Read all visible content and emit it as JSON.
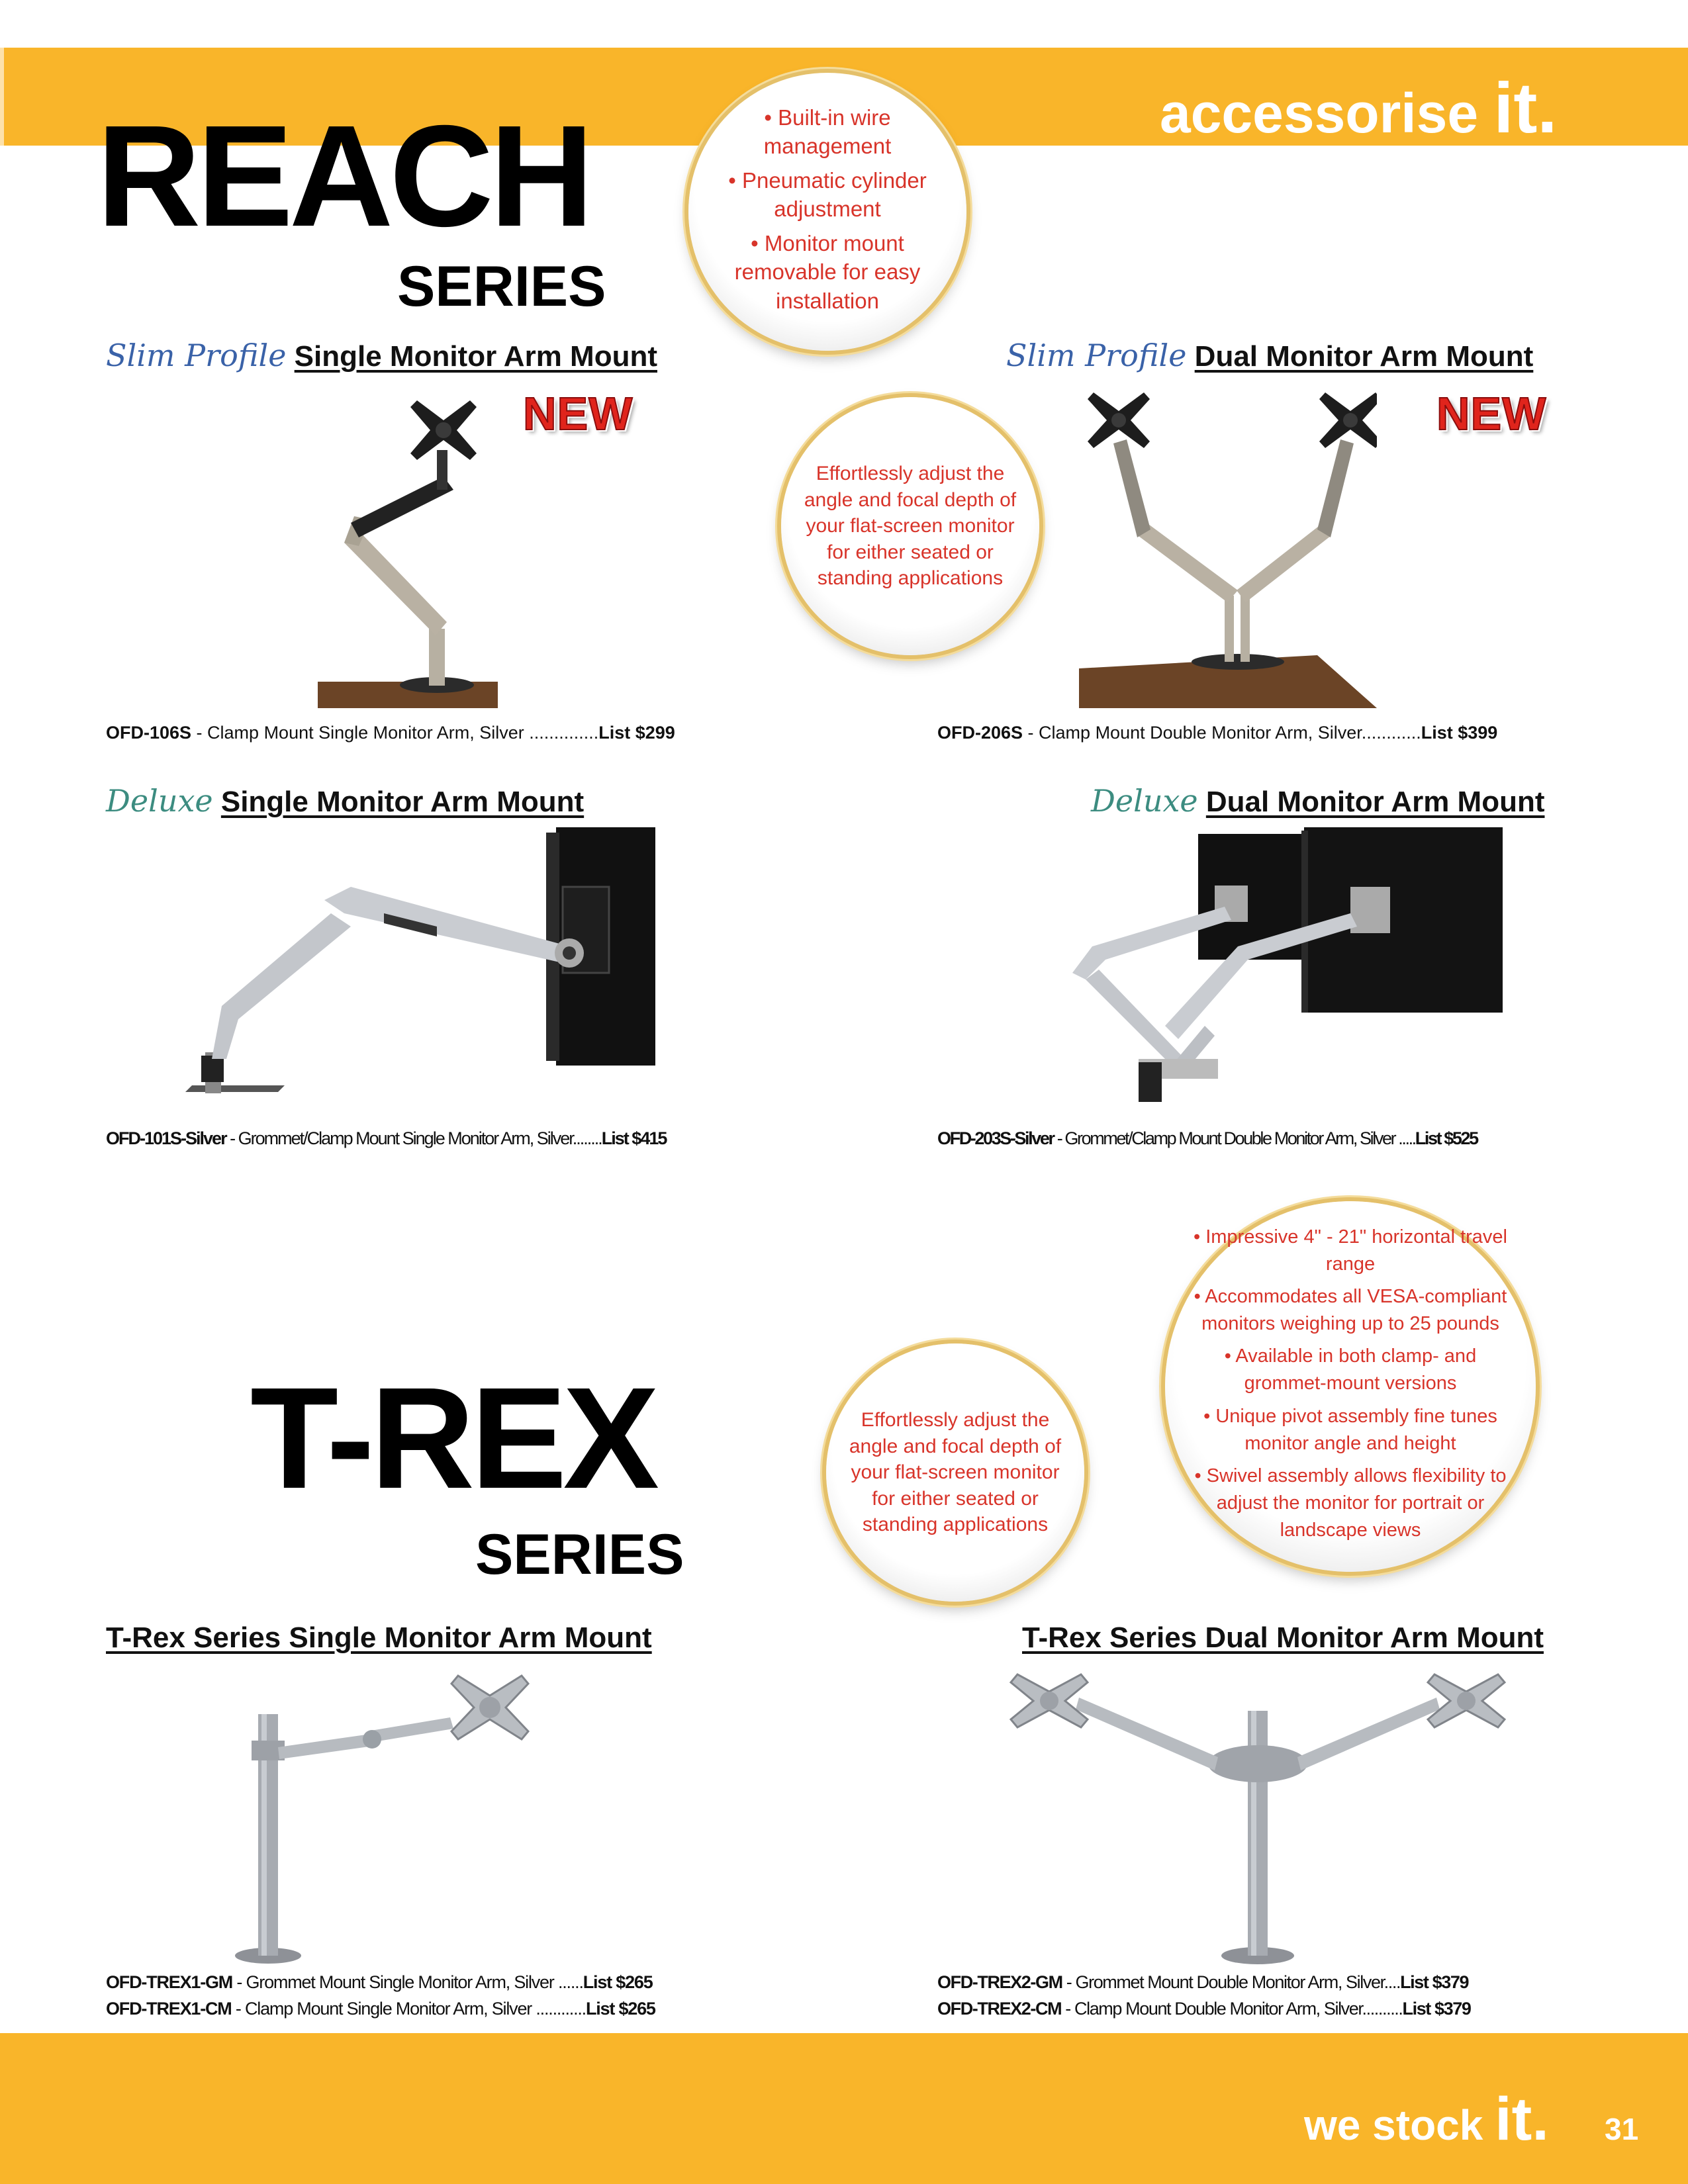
{
  "header": {
    "tagline_word": "accessorise",
    "tagline_it": "it."
  },
  "footer": {
    "tagline_word": "we stock",
    "tagline_it": "it.",
    "page_number": "31"
  },
  "reach": {
    "title": "REACH",
    "subtitle": "SERIES",
    "bubble_features": [
      "• Built-in wire management",
      "• Pneumatic cylinder adjustment",
      "• Monitor mount removable for easy installation"
    ],
    "bubble_adjust": "Effortlessly adjust the angle and focal depth of your flat-screen monitor for either seated or standing applications",
    "slim_single": {
      "prefix": "Slim Profile",
      "heading": "Single Monitor Arm Mount",
      "badge": "NEW",
      "lines": [
        {
          "sku": "OFD-106S",
          "desc": " - Clamp Mount Single Monitor Arm, Silver ..............",
          "price": "List $299"
        }
      ]
    },
    "slim_dual": {
      "prefix": "Slim Profile",
      "heading": "Dual Monitor Arm Mount",
      "badge": "NEW",
      "lines": [
        {
          "sku": "OFD-206S",
          "desc": " - Clamp Mount Double Monitor Arm, Silver............",
          "price": "List $399"
        }
      ]
    },
    "deluxe_single": {
      "prefix": "Deluxe",
      "heading": "Single Monitor Arm Mount",
      "lines": [
        {
          "sku": "OFD-101S-Silver",
          "desc": " - Grommet/Clamp Mount Single Monitor Arm, Silver........",
          "price": "List $415"
        }
      ]
    },
    "deluxe_dual": {
      "prefix": "Deluxe",
      "heading": "Dual Monitor Arm Mount",
      "lines": [
        {
          "sku": "OFD-203S-Silver",
          "desc": " - Grommet/Clamp Mount Double Monitor Arm, Silver .....",
          "price": "List $525"
        }
      ]
    }
  },
  "trex": {
    "title": "T-REX",
    "subtitle": "SERIES",
    "bubble_adjust": "Effortlessly adjust the angle and focal depth of your flat-screen monitor for either seated or standing applications",
    "bubble_features": [
      "• Impressive 4\" - 21\" horizontal travel range",
      "• Accommodates all  VESA-compliant monitors weighing up to 25 pounds",
      "• Available in both clamp- and grommet-mount versions",
      "• Unique pivot assembly fine tunes monitor angle and height",
      "• Swivel assembly allows flexibility to adjust the monitor for portrait or landscape views"
    ],
    "single": {
      "heading": "T-Rex Series Single Monitor Arm Mount",
      "lines": [
        {
          "sku": "OFD-TREX1-GM",
          "desc": " - Grommet Mount Single Monitor Arm, Silver ......",
          "price": "List $265"
        },
        {
          "sku": "OFD-TREX1-CM",
          "desc": " - Clamp Mount Single Monitor Arm, Silver ............",
          "price": "List $265"
        }
      ]
    },
    "dual": {
      "heading": "T-Rex Series Dual Monitor Arm Mount",
      "lines": [
        {
          "sku": "OFD-TREX2-GM",
          "desc": " - Grommet Mount Double Monitor Arm, Silver....",
          "price": "List $379"
        },
        {
          "sku": "OFD-TREX2-CM",
          "desc": " - Clamp Mount Double Monitor Arm, Silver..........",
          "price": "List $379"
        }
      ]
    }
  },
  "colors": {
    "accent_yellow": "#f9b52a",
    "bubble_text_red": "#d8342a",
    "slim_profile_blue": "#3a62a8",
    "deluxe_teal": "#3c8c80",
    "new_badge_red": "#e0241c"
  }
}
